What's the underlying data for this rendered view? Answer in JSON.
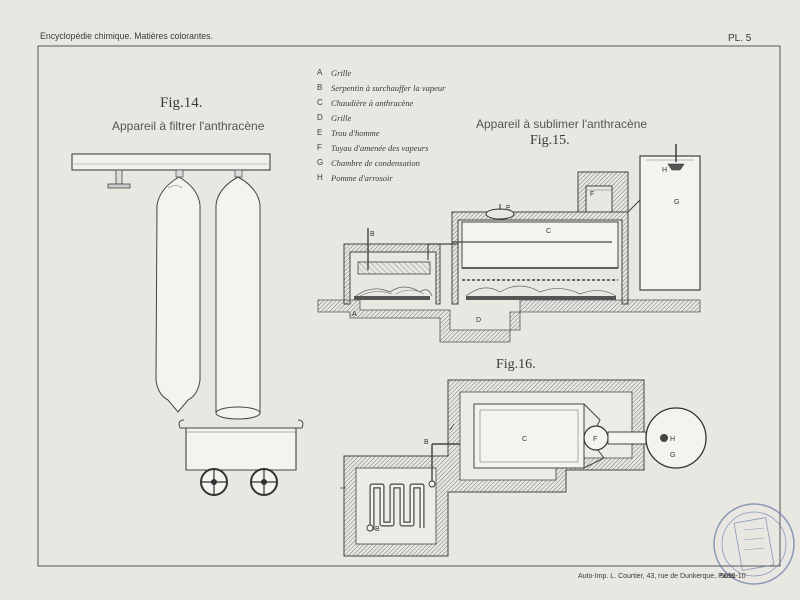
{
  "header": {
    "left": "Encyclopédie chimique. Matières colorantes.",
    "right": "PL. 5"
  },
  "fig14": {
    "title": "Fig.14.",
    "caption": "Appareil à filtrer l'anthracène"
  },
  "fig15": {
    "title": "Fig.15.",
    "caption": "Appareil à sublimer l'anthracène",
    "labels": {
      "A": "A",
      "B": "B",
      "C": "C",
      "D": "D",
      "E": "E",
      "F": "F",
      "G": "G",
      "H": "H"
    }
  },
  "fig16": {
    "title": "Fig.16.",
    "labels": {
      "B": "B",
      "B2": "B",
      "C": "C",
      "F": "F",
      "H": "H",
      "G": "G"
    }
  },
  "legend": [
    {
      "letter": "A",
      "text": "Grille"
    },
    {
      "letter": "B",
      "text": "Serpentin à surchauffer la vapeur"
    },
    {
      "letter": "C",
      "text": "Chaudière à anthracène"
    },
    {
      "letter": "D",
      "text": "Grille"
    },
    {
      "letter": "E",
      "text": "Trou d'homme"
    },
    {
      "letter": "F",
      "text": "Tuyau d'amenée des vapeurs"
    },
    {
      "letter": "G",
      "text": "Chambre de condensation"
    },
    {
      "letter": "H",
      "text": "Pomme d'arrosoir"
    }
  ],
  "footer": {
    "printer": "Auto-Imp. L. Courtier, 43, rue de Dunkerque, Paris.",
    "number": "5099-10"
  },
  "colors": {
    "paper": "#e9e7e2",
    "ink": "#3a3a3a",
    "hatch": "#6a6a6a"
  }
}
